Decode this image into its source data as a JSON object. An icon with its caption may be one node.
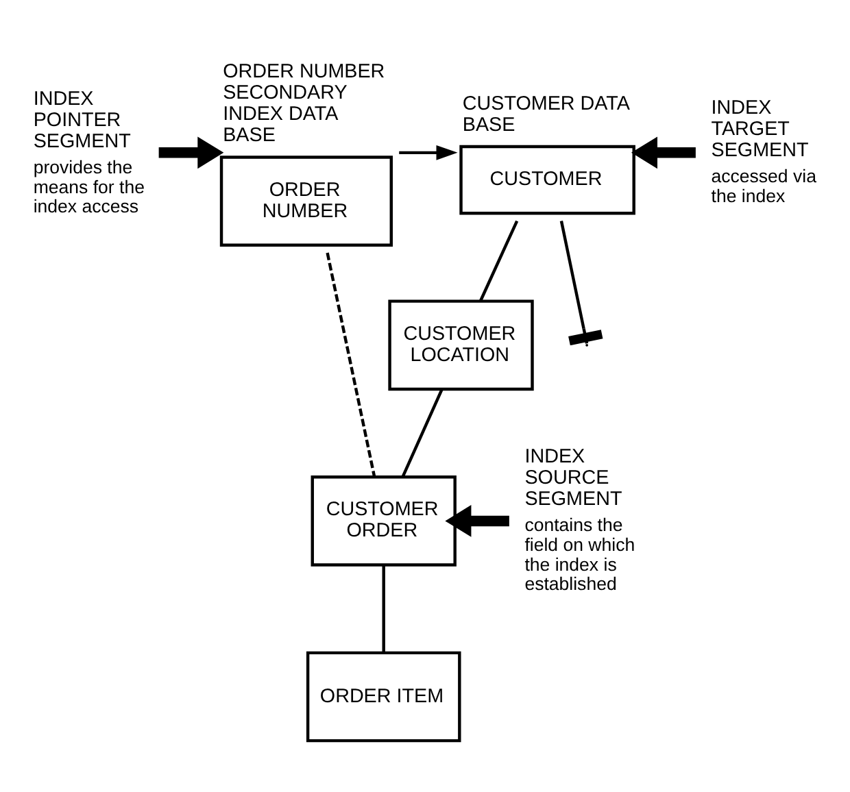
{
  "diagram": {
    "nodes": [
      {
        "text": [
          "ORDER NUMBER SECONDARY INDEX DATA BASE",
          "ORDER NUMBER"
        ]
      },
      {
        "text": [
          "CUSTOMER DATA BASE",
          "CUSTOMER"
        ]
      },
      {
        "text": [
          "CUSTOMER LOCATION"
        ]
      },
      {
        "text": [
          "CUSTOMER ORDER"
        ]
      },
      {
        "text": [
          "ORDER ITEM"
        ]
      },
      {
        "text": [
          "INDEX POINTER SEGMENT",
          "provides the means for the index access"
        ]
      },
      {
        "text": [
          "INDEX TARGET SEGMENT",
          "accessed via the index"
        ]
      },
      {
        "text": [
          "INDEX SOURCE SEGMENT",
          "contains the field on which the index is established"
        ]
      }
    ],
    "edges": [
      {
        "from": 5,
        "to": 0,
        "arrow": "to",
        "style": "thick"
      },
      {
        "from": 0,
        "to": 1,
        "arrow": "to"
      },
      {
        "from": 6,
        "to": 1,
        "arrow": "to",
        "style": "thick"
      },
      {
        "from": 1,
        "to": 2,
        "arrow": "none"
      },
      {
        "from": 1,
        "to": null,
        "arrow": "other"
      },
      {
        "from": 2,
        "to": 3,
        "arrow": "none"
      },
      {
        "from": 0,
        "to": 3,
        "arrow": "none",
        "style": "dashed"
      },
      {
        "from": 7,
        "to": 3,
        "arrow": "to",
        "style": "thick"
      },
      {
        "from": 3,
        "to": 4,
        "arrow": "none"
      }
    ]
  }
}
